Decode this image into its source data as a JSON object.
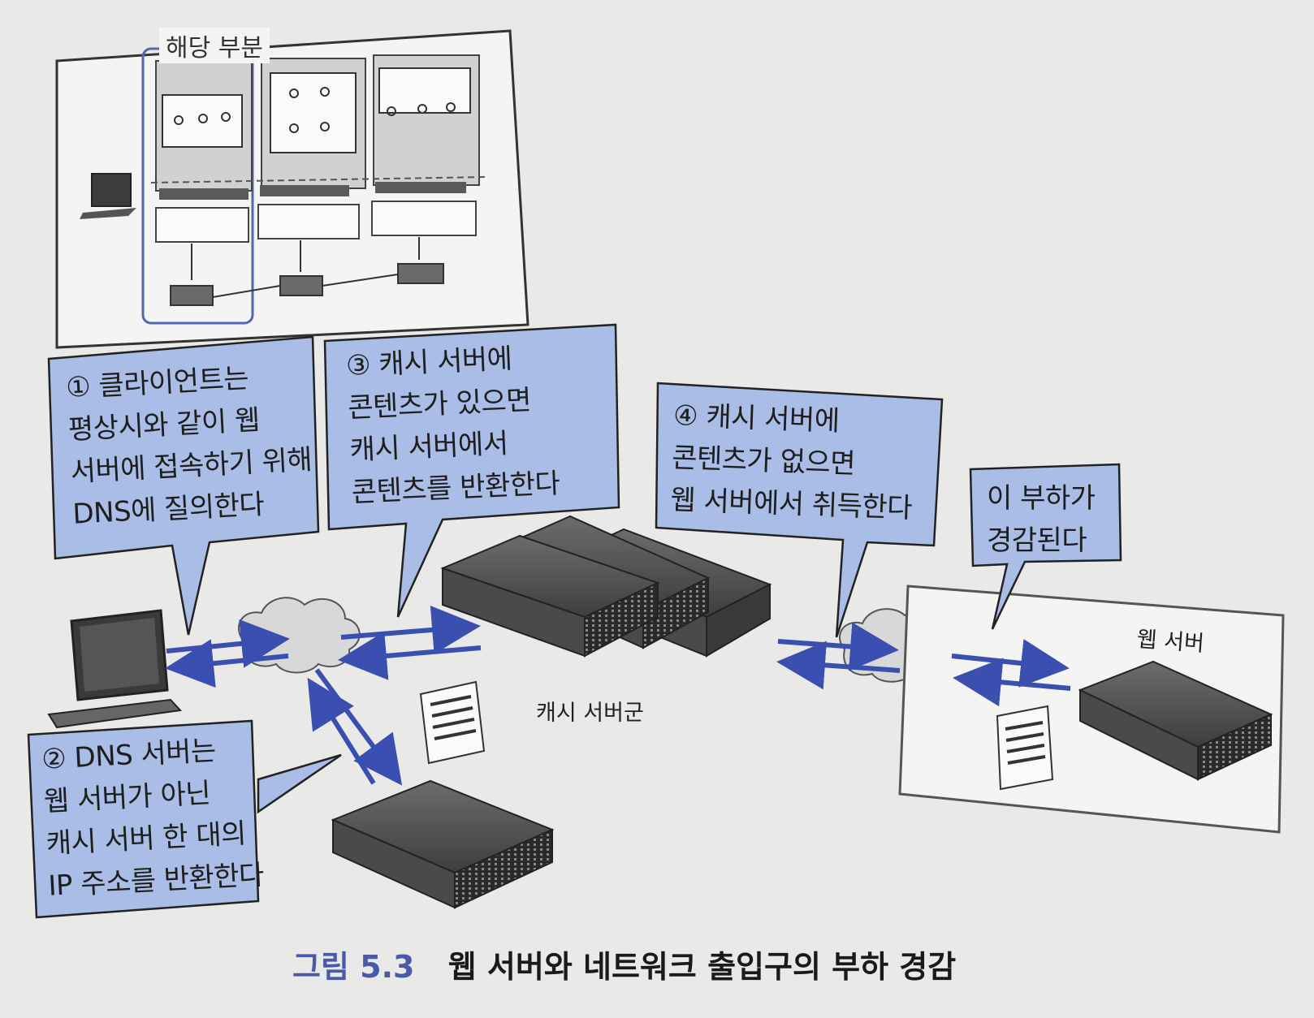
{
  "overview": {
    "highlight_label": "해당 부분"
  },
  "callouts": [
    {
      "id": "step1",
      "text": "① 클라이언트는\n평상시와 같이 웹\n서버에 접속하기 위해\nDNS에 질의한다"
    },
    {
      "id": "step2",
      "text": "② DNS 서버는\n웹 서버가 아닌\n캐시 서버 한 대의\nIP 주소를 반환한다"
    },
    {
      "id": "step3",
      "text": "③ 캐시 서버에\n콘텐츠가 있으면\n캐시 서버에서\n콘텐츠를 반환한다"
    },
    {
      "id": "step4",
      "text": "④ 캐시 서버에\n콘텐츠가 없으면\n웹 서버에서 취득한다"
    },
    {
      "id": "load",
      "text": "이 부하가\n경감된다"
    }
  ],
  "labels": {
    "cache_group": "캐시 서버군",
    "web_server": "웹 서버"
  },
  "caption": {
    "figure": "그림 5.3",
    "title": "웹 서버와 네트워크 출입구의 부하 경감"
  },
  "colors": {
    "callout_fill": "#a9bde6",
    "arrow": "#3b4fb0",
    "panel_gray": "#cfd1d3",
    "highlight_border": "#5566b0"
  }
}
